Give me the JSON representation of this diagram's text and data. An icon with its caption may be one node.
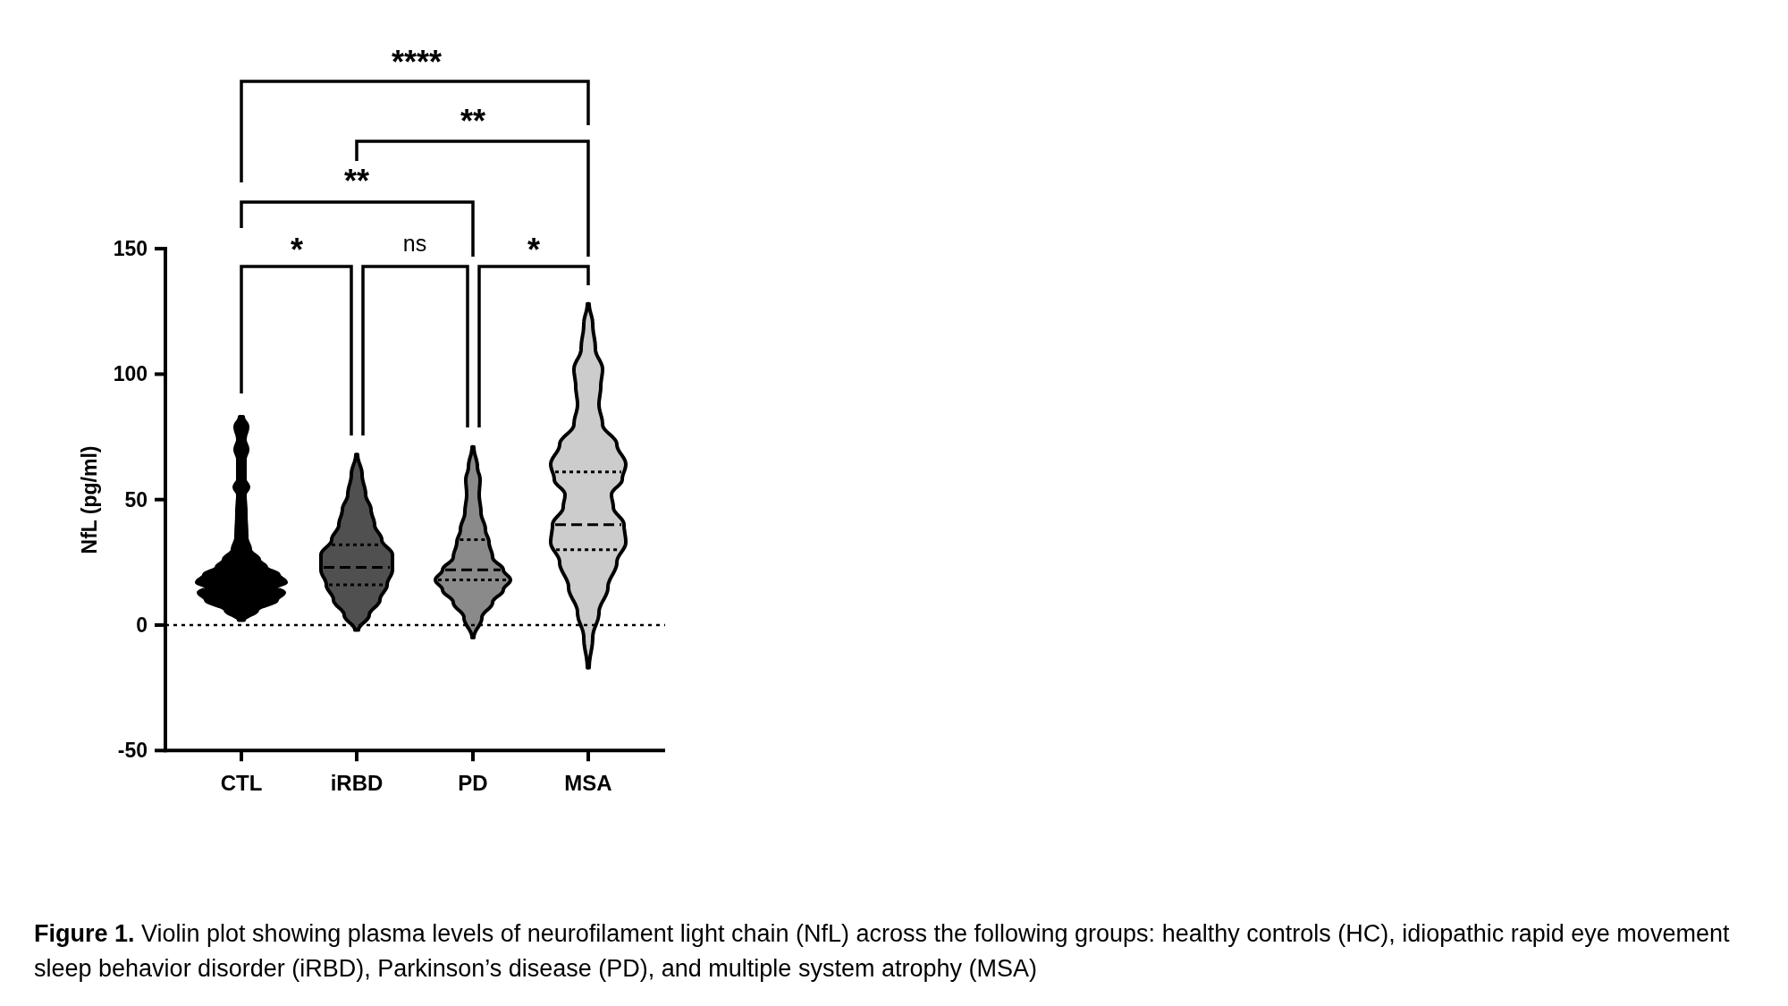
{
  "diagram": {
    "caption": "**Figure 1.** Violin plot showing plasma levels of neurofilament light chain (NfL) across the following groups: healthy controls (HC), idiopathic rapid eye movement sleep behavior disorder (iRBD), Parkinson’s disease (PD), and multiple system atrophy (MSA)",
    "labels": [
      "****",
      "**",
      "**",
      "150",
      "*",
      "ns",
      "*",
      "100",
      "NfL (pg/ml)",
      "50",
      "0",
      "-50",
      "CTL",
      "iRBD",
      "PD",
      "MSA"
    ]
  }
}
